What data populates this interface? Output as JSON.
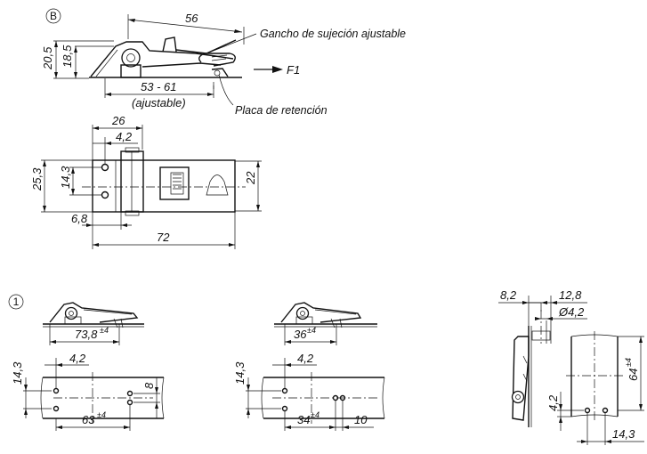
{
  "markers": {
    "top": "B",
    "bottom": "1"
  },
  "callouts": {
    "hook": "Gancho de sujeción ajustable",
    "plate": "Placa de retención",
    "force": "F1"
  },
  "side_view": {
    "overall_length": "56",
    "height_outer": "20,5",
    "height_inner": "18,5",
    "adjust_range": "53 - 61",
    "adjust_note": "(ajustable)"
  },
  "plan_view": {
    "length": "72",
    "hinge_length": "26",
    "hole_offset": "4,2",
    "width": "25,3",
    "hole_spacing": "14,3",
    "strap_width": "22",
    "hinge_offset": "6,8"
  },
  "mount_a": {
    "length": "73,8",
    "length_tol": "±4",
    "hole_spacing": "14,3",
    "hole_offset": "4,2",
    "plate_hole_spacing": "8",
    "hole_distance": "63",
    "hole_distance_tol": "±4"
  },
  "mount_b": {
    "length": "36",
    "length_tol": "±4",
    "hole_spacing": "14,3",
    "hole_offset": "4,2",
    "hole_distance": "34",
    "hole_distance_tol": "±4",
    "plate_offset": "10"
  },
  "mount_c": {
    "offset_a": "8,2",
    "offset_b": "12,8",
    "hole_diameter": "Ø4,2",
    "height": "64",
    "height_tol": "±4",
    "hole_offset": "4,2",
    "hole_spacing": "14,3"
  }
}
